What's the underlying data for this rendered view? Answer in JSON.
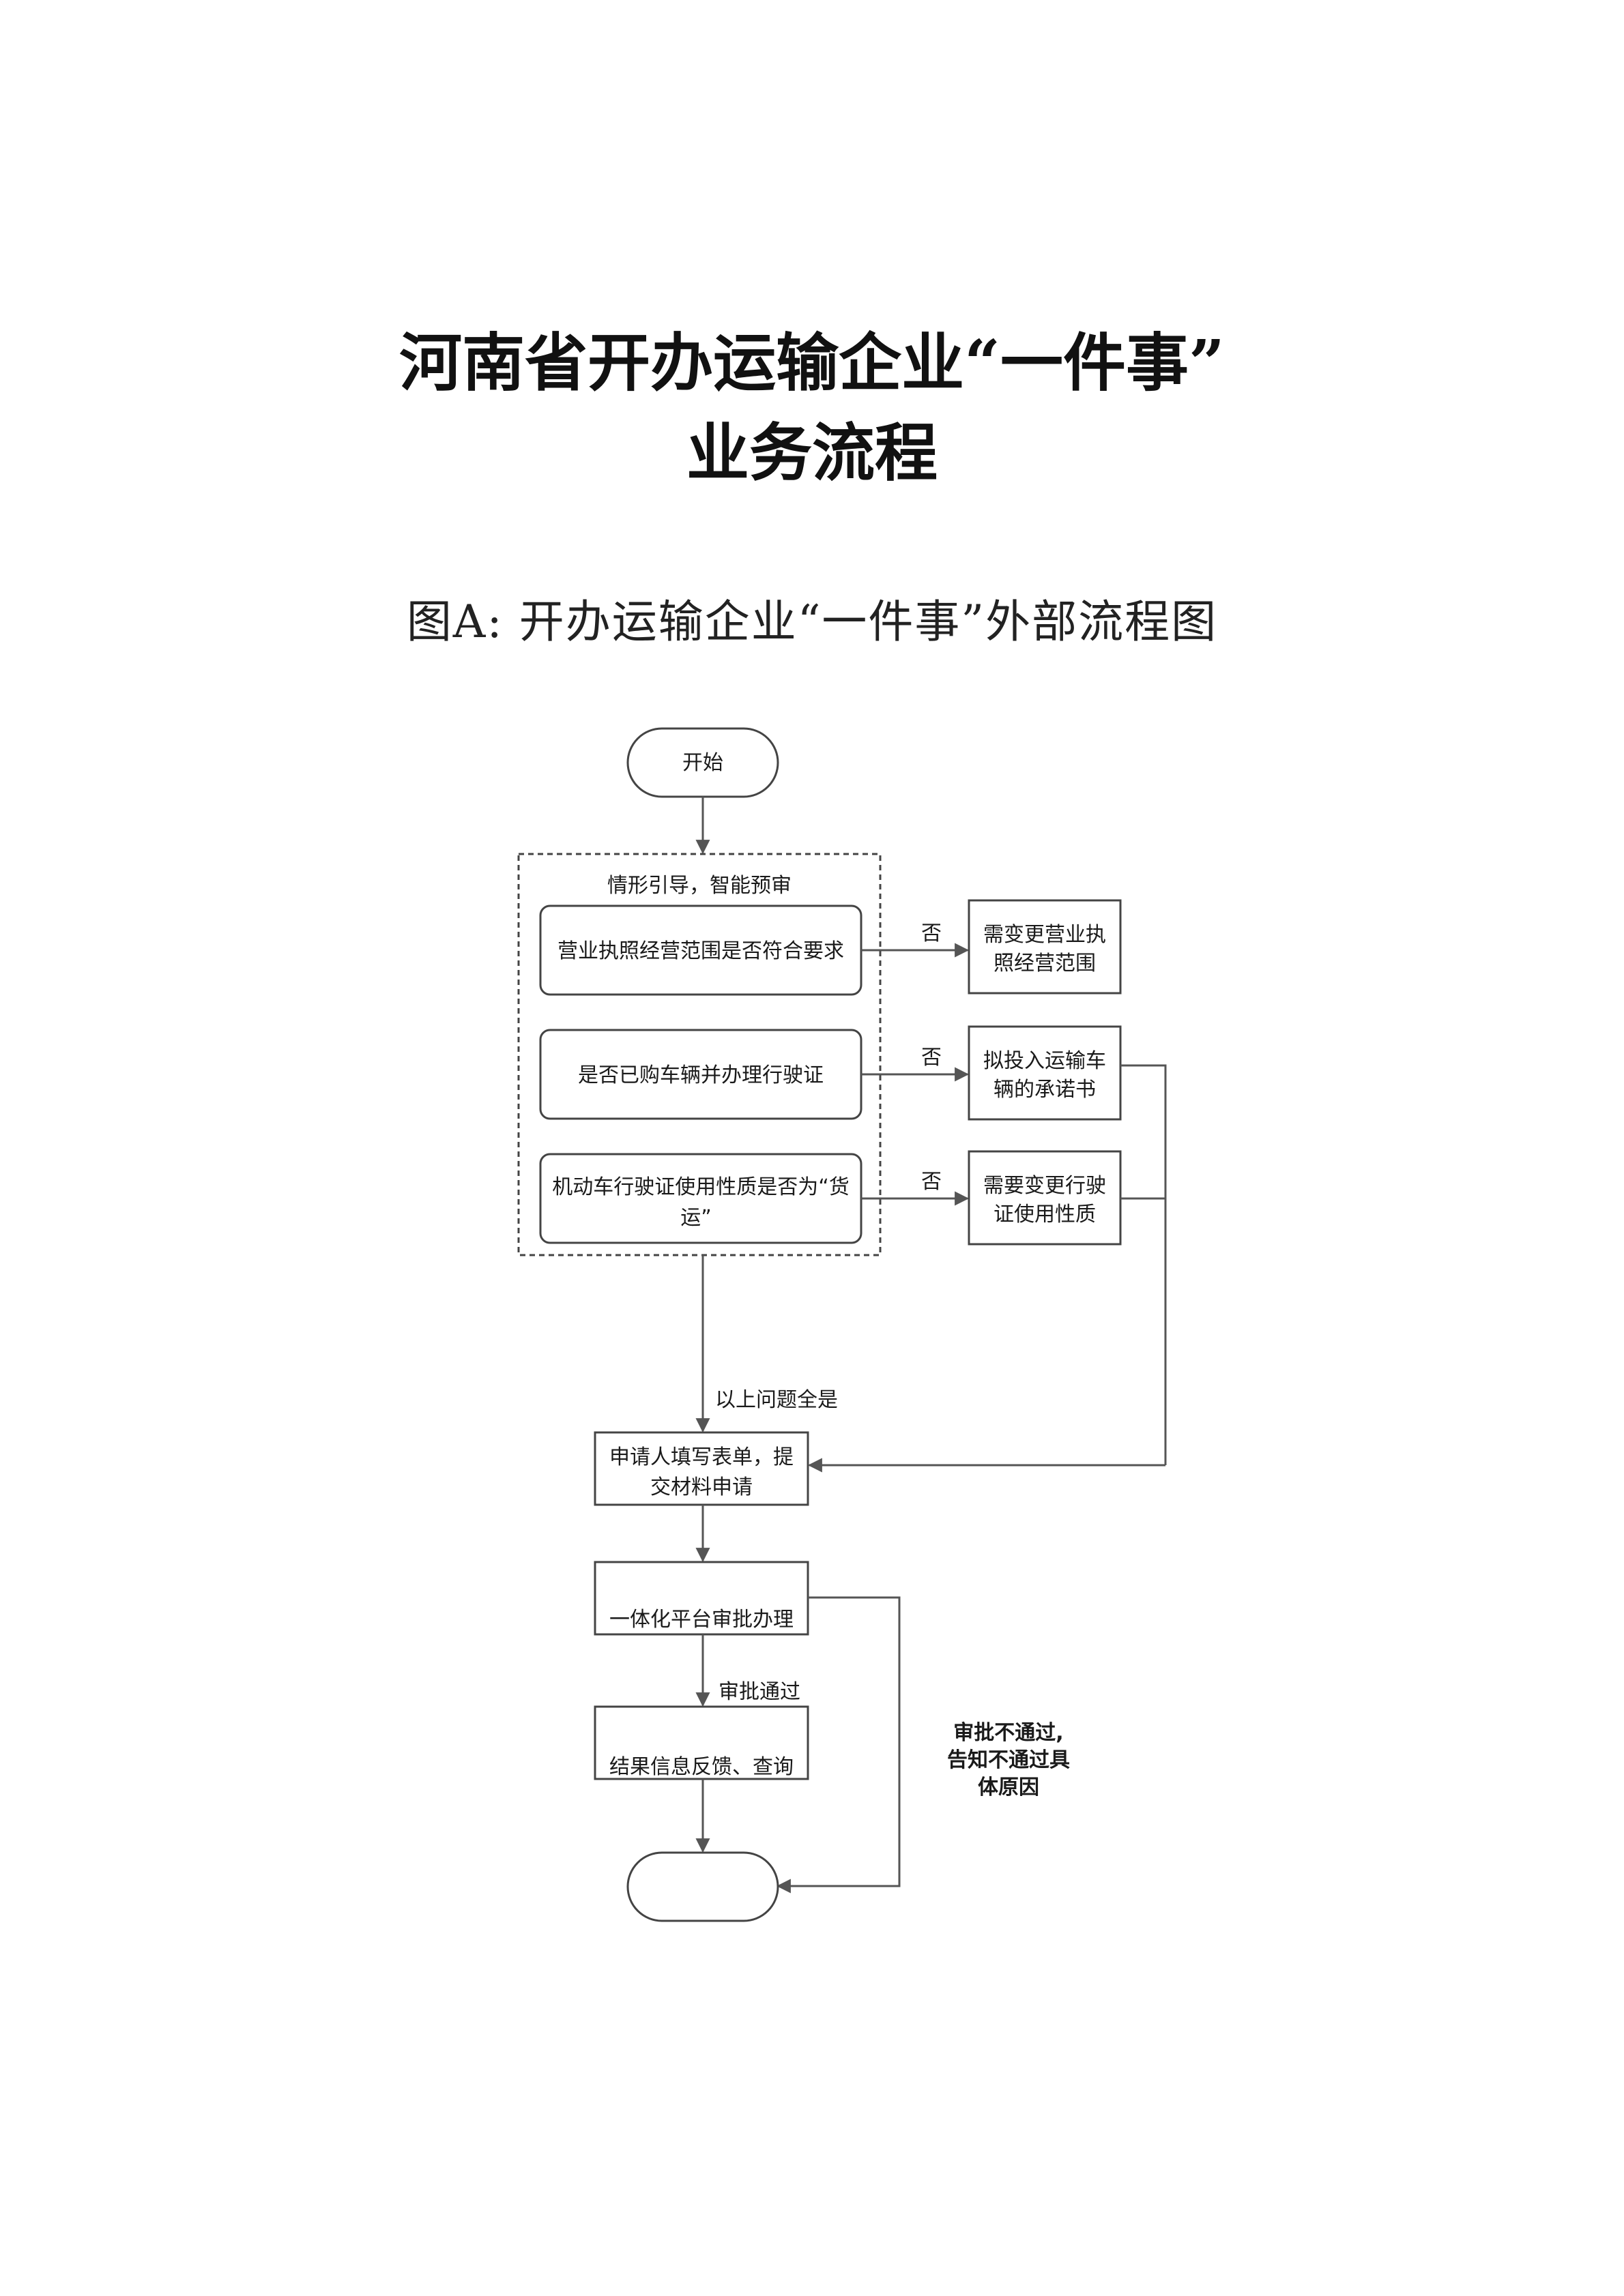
{
  "title": {
    "line1": "河南省开办运输企业“一件事”",
    "line2": "业务流程"
  },
  "subtitle": "图A: 开办运输企业“一件事”外部流程图",
  "flowchart": {
    "start_label": "开始",
    "group_label": "情形引导，智能预审",
    "question1": "营业执照经营范围是否符合要求",
    "question2": "是否已购车辆并办理行驶证",
    "question3_line1": "机动车行驶证使用性质是否为“货",
    "question3_line2": "运”",
    "no_label": "否",
    "outcome1_line1": "需变更营业执",
    "outcome1_line2": "照经营范围",
    "outcome2_line1": "拟投入运输车",
    "outcome2_line2": "辆的承诺书",
    "outcome3_line1": "需要变更行驶",
    "outcome3_line2": "证使用性质",
    "all_yes_label": "以上问题全是",
    "apply_line1": "申请人填写表单，提",
    "apply_line2": "交材料申请",
    "approve_label": "一体化平台审批办理",
    "pass_label": "审批通过",
    "result_label": "结果信息反馈、查询",
    "reject_line1": "审批不通过,",
    "reject_line2": "告知不通过具",
    "reject_line3": "体原因",
    "end_label": ""
  }
}
